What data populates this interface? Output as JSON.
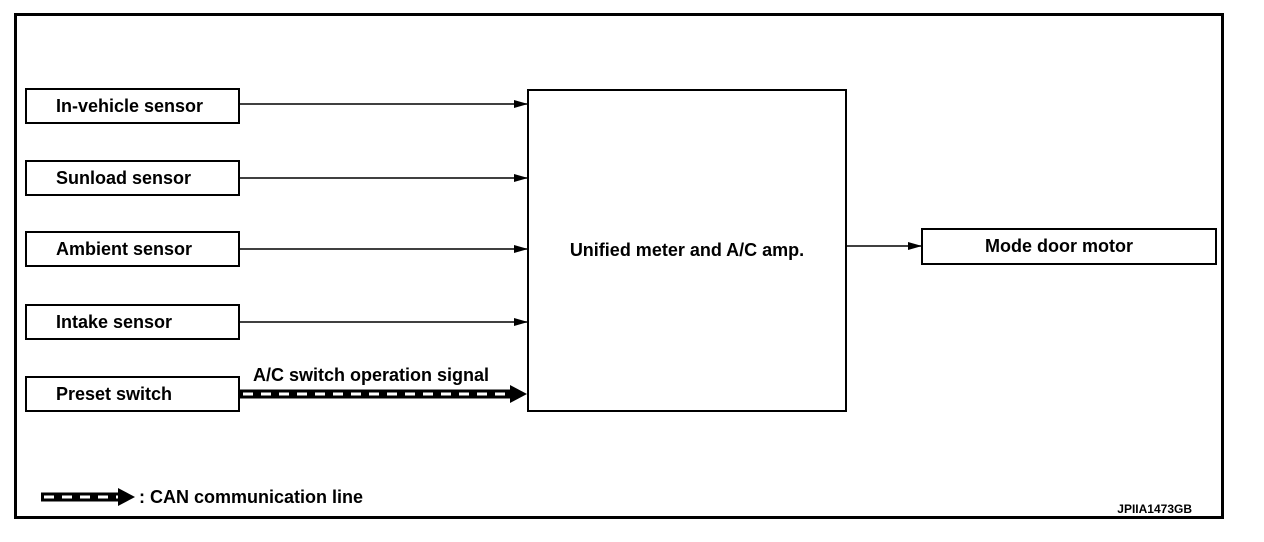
{
  "inputs": [
    {
      "label": "In-vehicle sensor"
    },
    {
      "label": "Sunload sensor"
    },
    {
      "label": "Ambient sensor"
    },
    {
      "label": "Intake sensor"
    },
    {
      "label": "Preset switch"
    }
  ],
  "unit": {
    "label": "Unified meter and A/C amp."
  },
  "output": {
    "label": "Mode door motor"
  },
  "can_signal": {
    "label": "A/C switch operation signal"
  },
  "legend": {
    "text": ": CAN communication line"
  },
  "figure_code": "JPIIA1473GB"
}
